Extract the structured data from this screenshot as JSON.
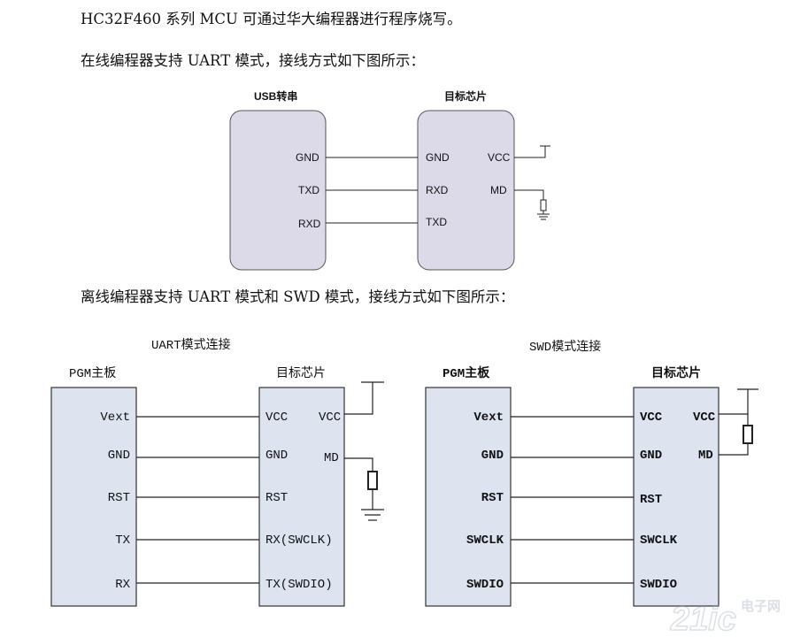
{
  "text": {
    "line1": "HC32F460 系列 MCU 可通过华大编程器进行程序烧写。",
    "line2": "在线编程器支持 UART 模式，接线方式如下图所示：",
    "line3": "离线编程器支持 UART 模式和 SWD 模式，接线方式如下图所示："
  },
  "online_diagram": {
    "left_title": "USB转串",
    "right_title": "目标芯片",
    "left_pins": [
      "GND",
      "TXD",
      "RXD"
    ],
    "right_pins": [
      "GND",
      "RXD",
      "TXD"
    ],
    "right_side_pins": [
      "VCC",
      "MD"
    ]
  },
  "uart_diagram": {
    "title": "UART模式连接",
    "left_title": "PGM主板",
    "right_title": "目标芯片",
    "left_pins": [
      "Vext",
      "GND",
      "RST",
      "TX",
      "RX"
    ],
    "right_pins": [
      "VCC",
      "GND",
      "RST",
      "RX(SWCLK)",
      "TX(SWDIO)"
    ],
    "right_side_pins": [
      "VCC",
      "MD"
    ]
  },
  "swd_diagram": {
    "title": "SWD模式连接",
    "left_title": "PGM主板",
    "right_title": "目标芯片",
    "left_pins": [
      "Vext",
      "GND",
      "RST",
      "SWCLK",
      "SWDIO"
    ],
    "right_pins": [
      "VCC",
      "GND",
      "RST",
      "SWCLK",
      "SWDIO"
    ],
    "right_side_pins": [
      "VCC",
      "MD"
    ]
  },
  "watermark": {
    "logo": "21ic",
    "cn": "电子网"
  }
}
